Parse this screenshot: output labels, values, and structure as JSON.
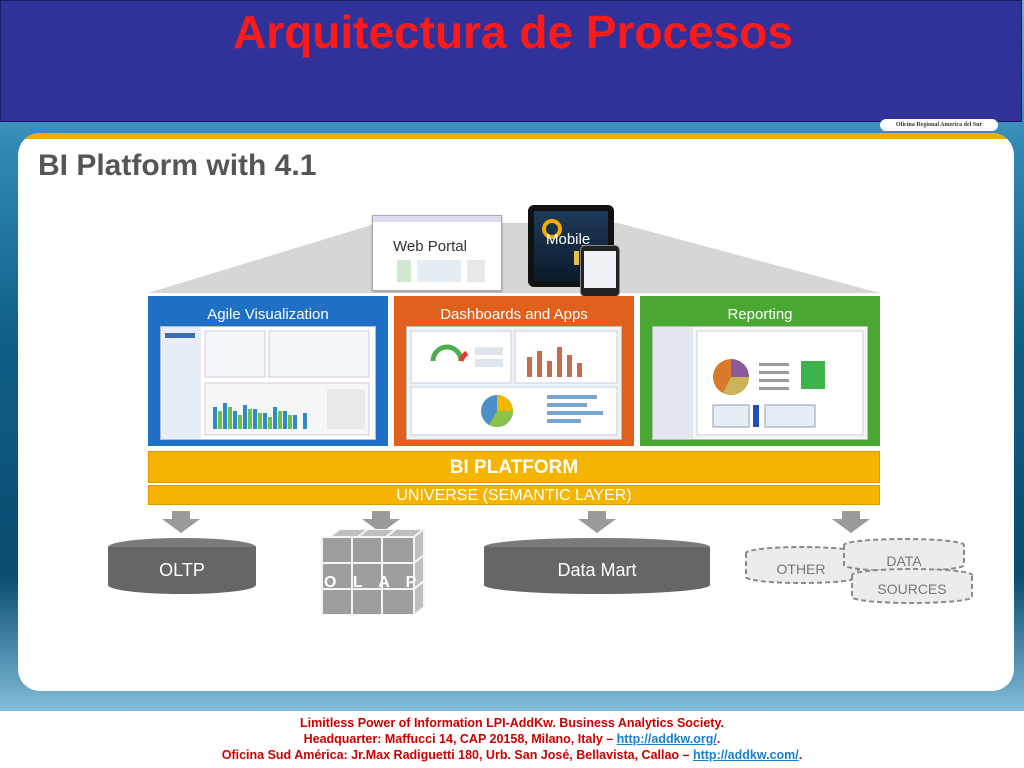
{
  "slide": {
    "title": "Arquitectura de Procesos",
    "logo_text": "Oficina Regional America del Sur"
  },
  "diagram": {
    "heading": "BI Platform with 4.1",
    "clients": {
      "web_portal": "Web Portal",
      "mobile": "Mobile"
    },
    "panels": [
      {
        "label": "Agile Visualization",
        "color": "#1f6fc4"
      },
      {
        "label": "Dashboards and Apps",
        "color": "#e0601e"
      },
      {
        "label": "Reporting",
        "color": "#4aa832"
      }
    ],
    "platform_label": "BI PLATFORM",
    "universe_label": "UNIVERSE (SEMANTIC LAYER)",
    "sources": {
      "oltp": "OLTP",
      "olap": "O L A P",
      "data_mart": "Data Mart",
      "other": "OTHER",
      "data": "DATA",
      "sources": "SOURCES"
    }
  },
  "footer": {
    "line1": "Limitless Power of Information LPI-AddKw. Business Analytics Society.",
    "line2_text": "Headquarter: Maffucci 14, CAP 20158, Milano, Italy – ",
    "line2_link": "http://addkw.org/",
    "line2_end": ".",
    "line3_text": "Oficina Sud América: Jr.Max Radiguetti 180, Urb. San José, Bellavista, Callao – ",
    "line3_link": "http://addkw.com/",
    "line3_end": "."
  },
  "colors": {
    "title_bar": "#31319a",
    "title_text": "#ff1a1a",
    "platform": "#f4b400",
    "store_dark": "#666666"
  }
}
